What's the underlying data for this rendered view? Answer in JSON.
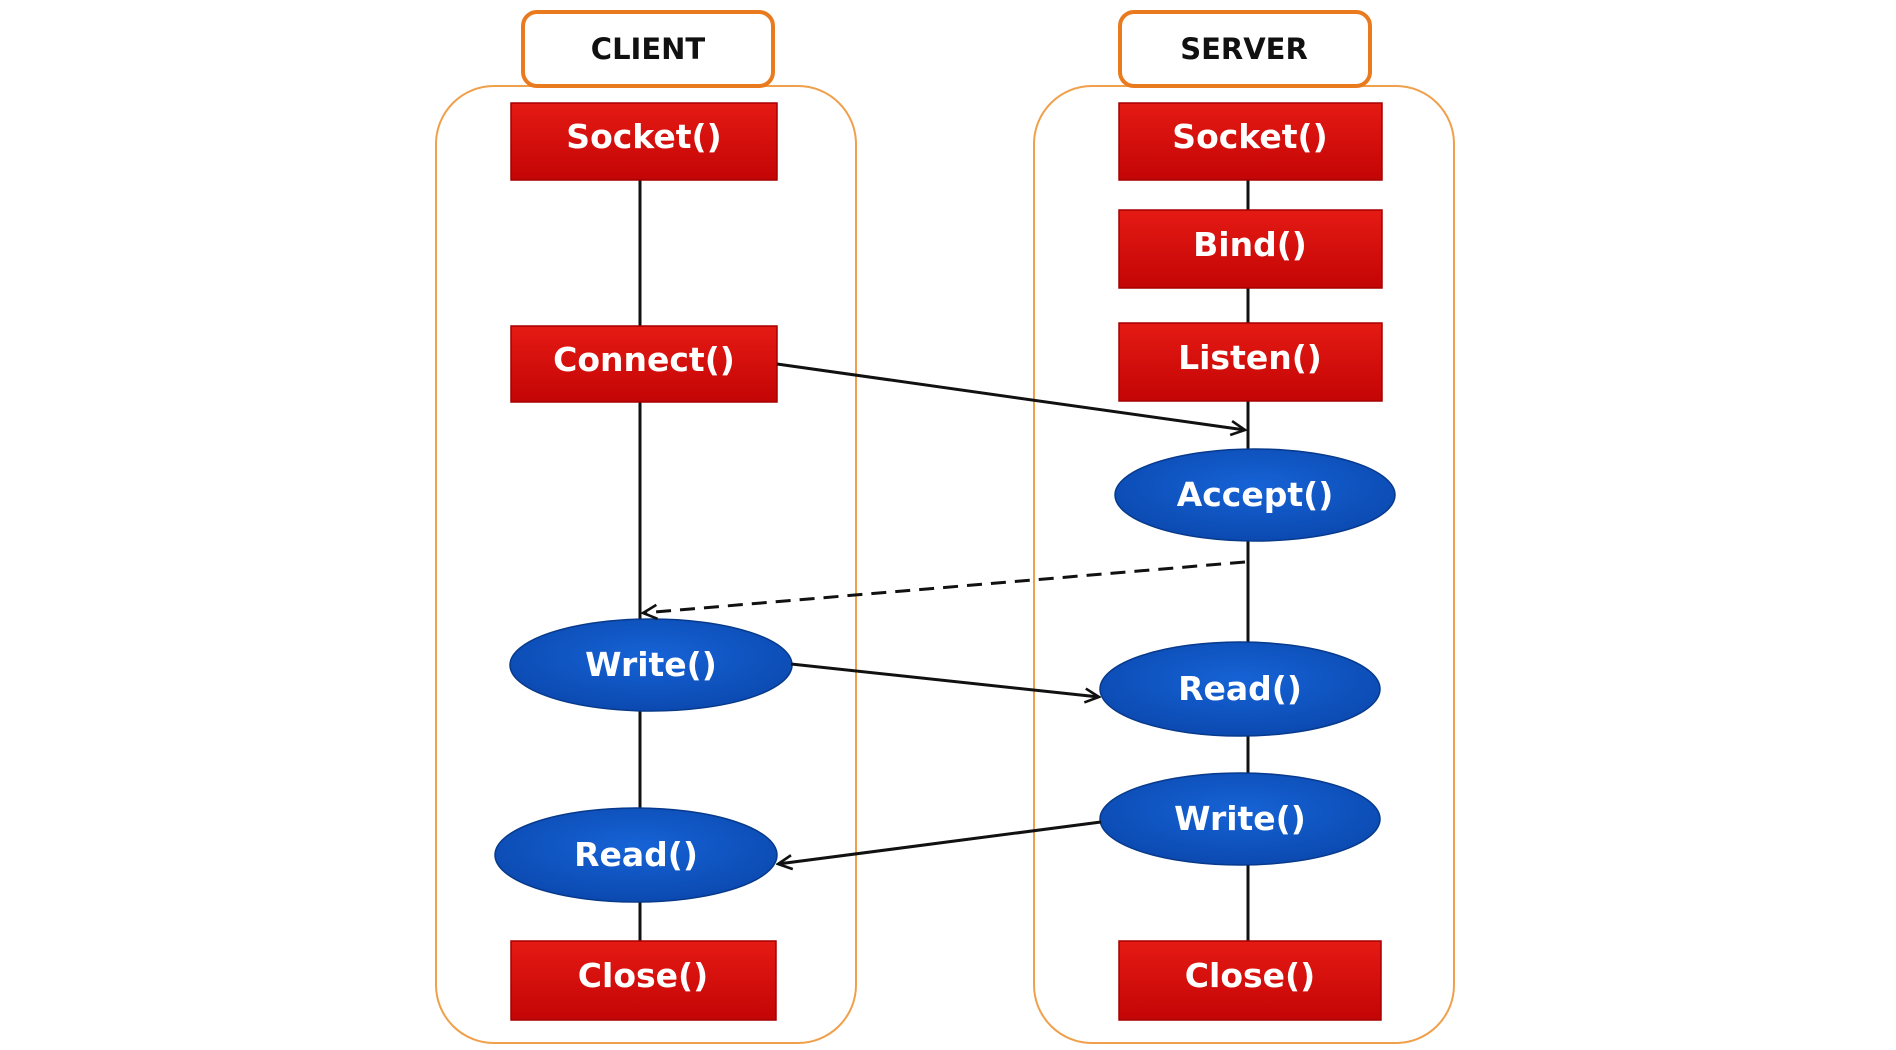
{
  "colors": {
    "process_box": "#d50e0e",
    "process_box_dark": "#b60000",
    "io_ellipse": "#0f51be",
    "io_ellipse_dark": "#073c94",
    "lane_border": "#f0a04b",
    "header_border": "#e97b1e",
    "connector": "#111111",
    "node_text": "#ffffff",
    "header_text": "#111111"
  },
  "client": {
    "header": "CLIENT",
    "socket": "Socket()",
    "connect": "Connect()",
    "write": "Write()",
    "read": "Read()",
    "close": "Close()"
  },
  "server": {
    "header": "SERVER",
    "socket": "Socket()",
    "bind": "Bind()",
    "listen": "Listen()",
    "accept": "Accept()",
    "read": "Read()",
    "write": "Write()",
    "close": "Close()"
  }
}
